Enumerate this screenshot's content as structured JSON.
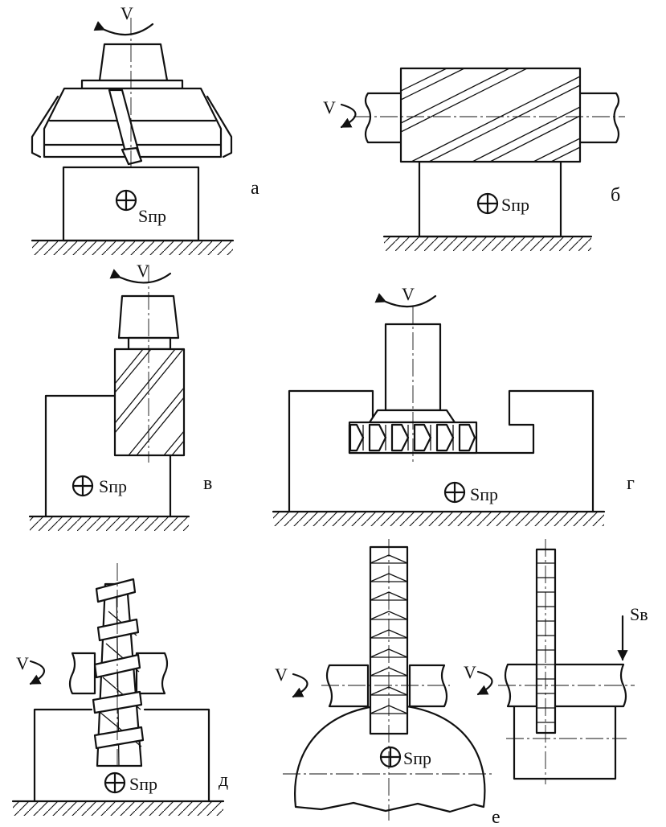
{
  "labels": {
    "speed": "V",
    "feed_longitudinal": "Sпр",
    "feed_vertical": "Sв"
  },
  "panels": [
    {
      "id": "a",
      "label": "а"
    },
    {
      "id": "b",
      "label": "б"
    },
    {
      "id": "v",
      "label": "в"
    },
    {
      "id": "g",
      "label": "г"
    },
    {
      "id": "d",
      "label": "д"
    },
    {
      "id": "e",
      "label": "е"
    }
  ]
}
